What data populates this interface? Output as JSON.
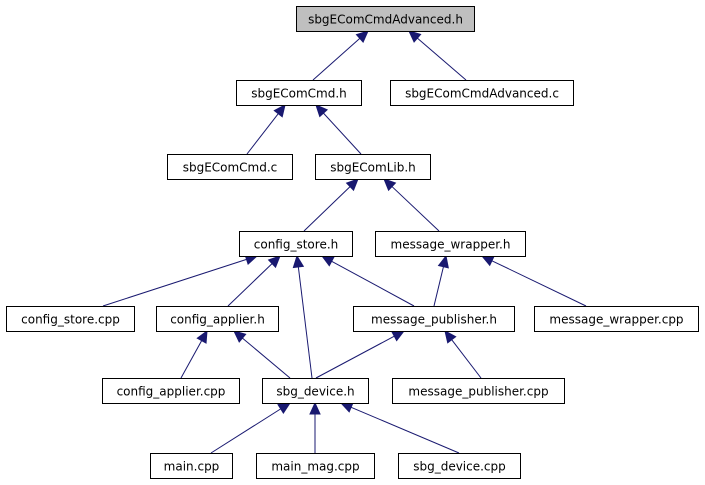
{
  "graph": {
    "title": "",
    "edge_color": "#191970",
    "root_fill": "#bfbfbf",
    "node_fill": "#ffffff",
    "nodes": [
      {
        "id": "adv_h",
        "label": "sbgEComCmdAdvanced.h",
        "root": true
      },
      {
        "id": "cmd_h",
        "label": "sbgEComCmd.h"
      },
      {
        "id": "adv_c",
        "label": "sbgEComCmdAdvanced.c"
      },
      {
        "id": "cmd_c",
        "label": "sbgEComCmd.c"
      },
      {
        "id": "lib_h",
        "label": "sbgEComLib.h"
      },
      {
        "id": "store_h",
        "label": "config_store.h"
      },
      {
        "id": "wrapper_h",
        "label": "message_wrapper.h"
      },
      {
        "id": "store_cpp",
        "label": "config_store.cpp"
      },
      {
        "id": "applier_h",
        "label": "config_applier.h"
      },
      {
        "id": "publisher_h",
        "label": "message_publisher.h"
      },
      {
        "id": "wrapper_cpp",
        "label": "message_wrapper.cpp"
      },
      {
        "id": "applier_cpp",
        "label": "config_applier.cpp"
      },
      {
        "id": "device_h",
        "label": "sbg_device.h"
      },
      {
        "id": "publisher_cpp",
        "label": "message_publisher.cpp"
      },
      {
        "id": "main_cpp",
        "label": "main.cpp"
      },
      {
        "id": "main_mag_cpp",
        "label": "main_mag.cpp"
      },
      {
        "id": "device_cpp",
        "label": "sbg_device.cpp"
      }
    ],
    "edges": [
      {
        "from": "cmd_h",
        "to": "adv_h"
      },
      {
        "from": "adv_c",
        "to": "adv_h"
      },
      {
        "from": "cmd_c",
        "to": "cmd_h"
      },
      {
        "from": "lib_h",
        "to": "cmd_h"
      },
      {
        "from": "store_h",
        "to": "lib_h"
      },
      {
        "from": "wrapper_h",
        "to": "lib_h"
      },
      {
        "from": "store_cpp",
        "to": "store_h"
      },
      {
        "from": "applier_h",
        "to": "store_h"
      },
      {
        "from": "device_h",
        "to": "store_h"
      },
      {
        "from": "publisher_h",
        "to": "store_h"
      },
      {
        "from": "publisher_h",
        "to": "wrapper_h"
      },
      {
        "from": "wrapper_cpp",
        "to": "wrapper_h"
      },
      {
        "from": "applier_cpp",
        "to": "applier_h"
      },
      {
        "from": "device_h",
        "to": "applier_h"
      },
      {
        "from": "device_h",
        "to": "publisher_h"
      },
      {
        "from": "publisher_cpp",
        "to": "publisher_h"
      },
      {
        "from": "main_cpp",
        "to": "device_h"
      },
      {
        "from": "main_mag_cpp",
        "to": "device_h"
      },
      {
        "from": "device_cpp",
        "to": "device_h"
      }
    ]
  }
}
